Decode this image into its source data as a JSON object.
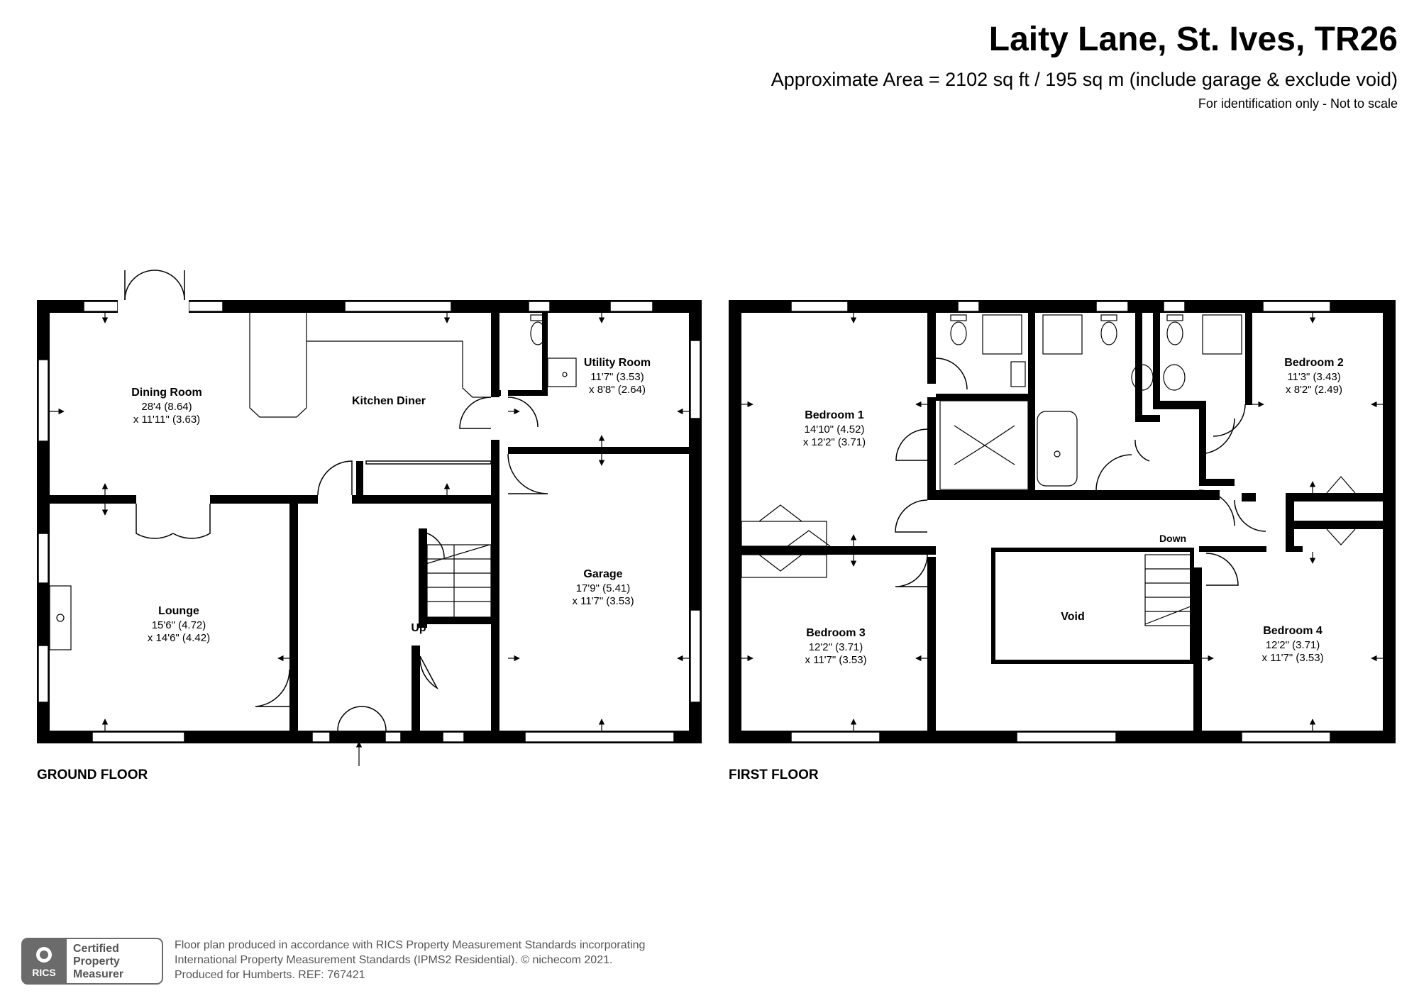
{
  "title": "Laity Lane, St. Ives, TR26",
  "subtitle": "Approximate Area = 2102 sq ft / 195 sq m (include garage & exclude void)",
  "disclaimer": "For identification only - Not to scale",
  "ground_floor": {
    "label": "GROUND FLOOR",
    "rooms": [
      {
        "name": "Dining Room",
        "dim1": "28'4 (8.64)",
        "dim2": "x 11'11\" (3.63)"
      },
      {
        "name": "Kitchen Diner"
      },
      {
        "name": "Utility Room",
        "dim1": "11'7\" (3.53)",
        "dim2": "x 8'8\" (2.64)"
      },
      {
        "name": "Lounge",
        "dim1": "15'6\" (4.72)",
        "dim2": "x 14'6\" (4.42)"
      },
      {
        "name": "Garage",
        "dim1": "17'9\" (5.41)",
        "dim2": "x 11'7\" (3.53)"
      }
    ],
    "stairs_label": "Up"
  },
  "first_floor": {
    "label": "FIRST FLOOR",
    "rooms": [
      {
        "name": "Bedroom 1",
        "dim1": "14'10\" (4.52)",
        "dim2": "x 12'2\" (3.71)"
      },
      {
        "name": "Bedroom 2",
        "dim1": "11'3\" (3.43)",
        "dim2": "x 8'2\" (2.49)"
      },
      {
        "name": "Bedroom 3",
        "dim1": "12'2\" (3.71)",
        "dim2": "x 11'7\" (3.53)"
      },
      {
        "name": "Bedroom 4",
        "dim1": "12'2\" (3.71)",
        "dim2": "x 11'7\" (3.53)"
      },
      {
        "name": "Void"
      }
    ],
    "stairs_label": "Down"
  },
  "footer": {
    "badge_org": "RICS",
    "badge_text": [
      "Certified",
      "Property",
      "Measurer"
    ],
    "lines": [
      "Floor plan produced in accordance with RICS Property Measurement Standards incorporating",
      "International Property Measurement Standards (IPMS2 Residential).   © nichecom 2021.",
      "Produced for Humberts.   REF: 767421"
    ]
  },
  "colors": {
    "wall": "#000000",
    "text": "#000000",
    "muted": "#555555",
    "badge": "#6b6b6b"
  }
}
